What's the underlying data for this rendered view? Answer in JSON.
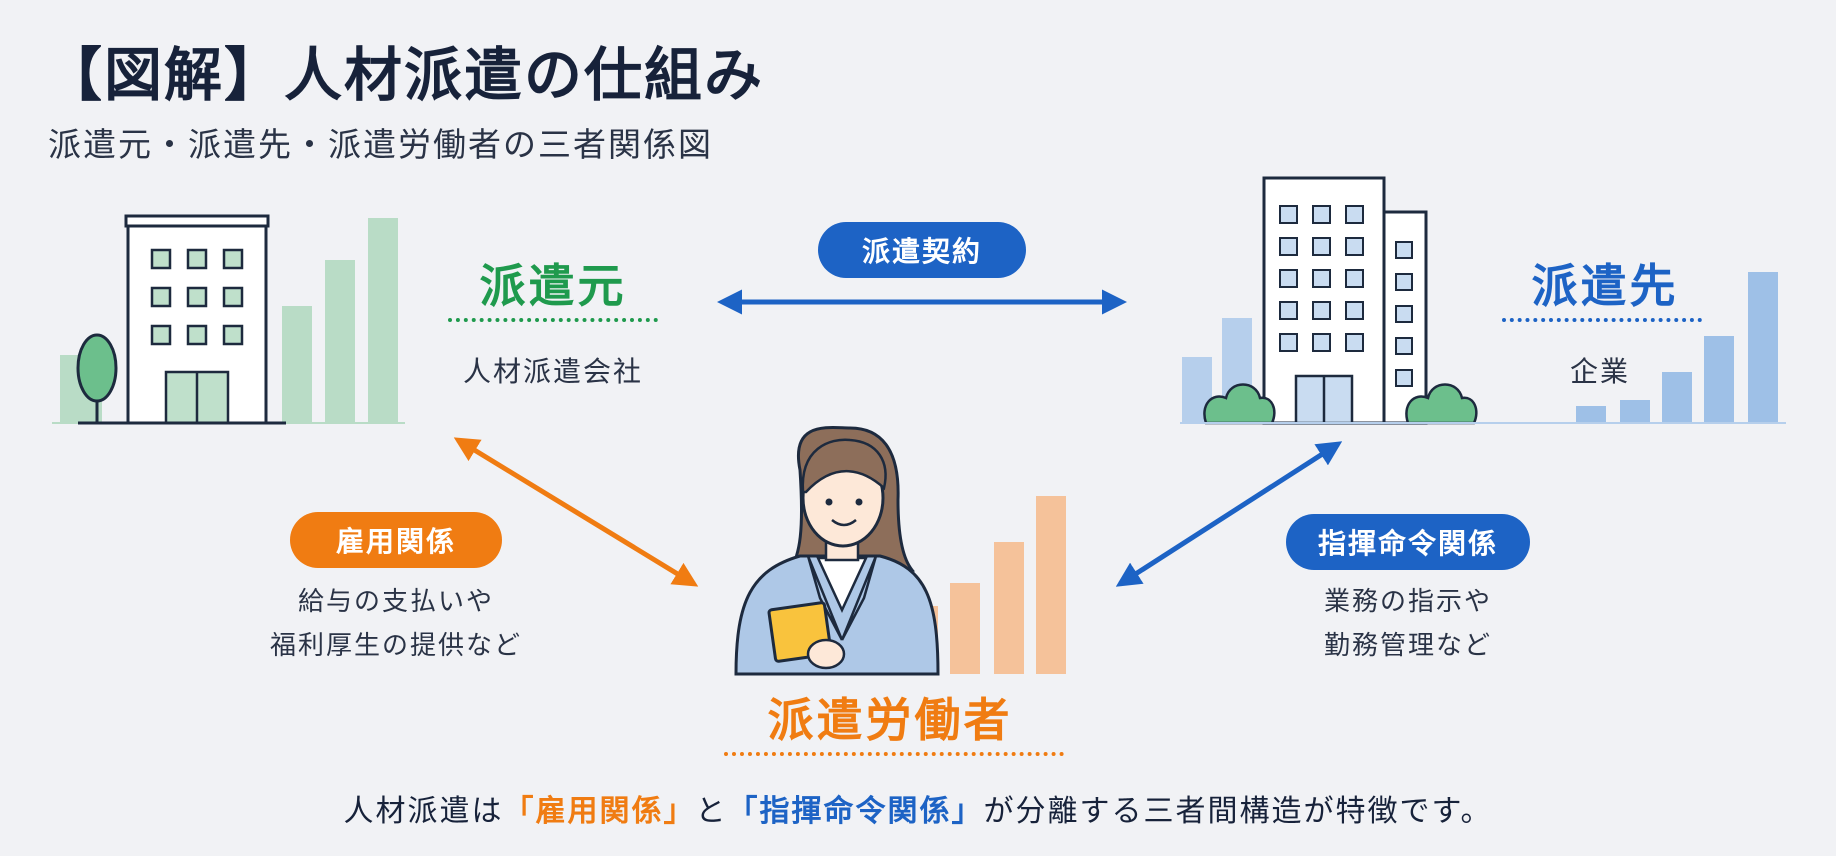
{
  "header": {
    "title": "【図解】人材派遣の仕組み",
    "subtitle": "派遣元・派遣先・派遣労働者の三者関係図"
  },
  "nodes": {
    "dispatcher": {
      "title": "派遣元",
      "subtitle": "人材派遣会社",
      "color": "#1f9a4d"
    },
    "client": {
      "title": "派遣先",
      "subtitle": "企業",
      "color": "#1d63c5"
    },
    "worker": {
      "title": "派遣労働者",
      "color": "#f07c12"
    }
  },
  "relations": {
    "contract": {
      "label": "派遣契約",
      "color": "#1d63c5"
    },
    "employment": {
      "label": "雇用関係",
      "desc_line1": "給与の支払いや",
      "desc_line2": "福利厚生の提供など",
      "color": "#f07c12"
    },
    "command": {
      "label": "指揮命令関係",
      "desc_line1": "業務の指示や",
      "desc_line2": "勤務管理など",
      "color": "#1d63c5"
    }
  },
  "caption": {
    "before": "人材派遣は",
    "highlight1": "「雇用関係」",
    "middle": "と",
    "highlight2": "「指揮命令関係」",
    "after": "が分離する三者間構造が特徴です。"
  },
  "icons": {
    "dispatcher_building": "office-building-icon",
    "client_building": "office-building-icon",
    "worker": "office-worker-illustration"
  }
}
